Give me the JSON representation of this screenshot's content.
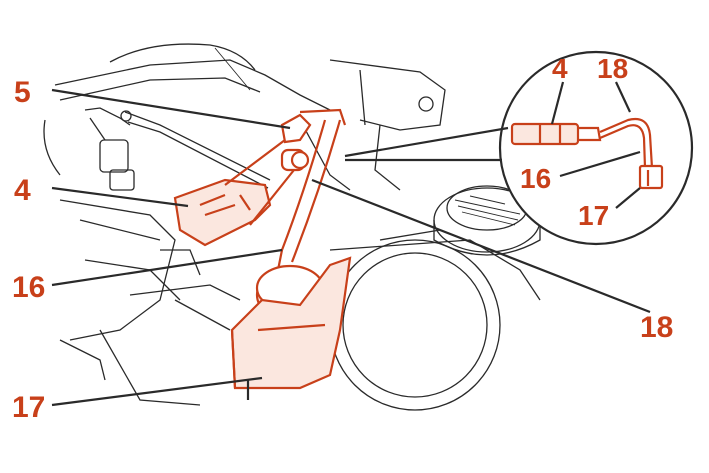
{
  "colors": {
    "highlight": "#c8401a",
    "linework": "#2a2a2a",
    "background": "#ffffff"
  },
  "labels": {
    "main_5": "5",
    "main_4": "4",
    "main_16": "16",
    "main_17": "17",
    "main_18": "18",
    "inset_4": "4",
    "inset_18": "18",
    "inset_16": "16",
    "inset_17": "17"
  }
}
